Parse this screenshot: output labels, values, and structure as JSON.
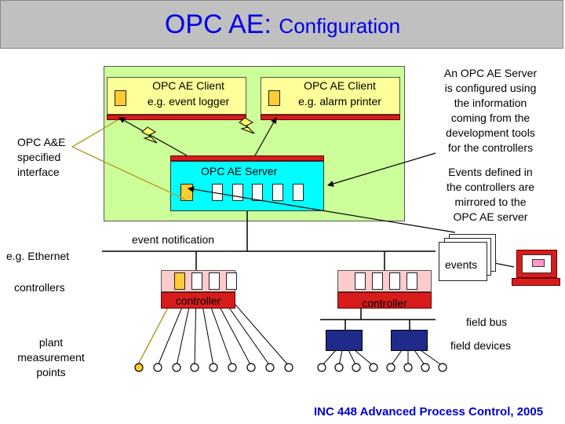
{
  "title": {
    "main": "OPC AE:",
    "sub": "Configuration"
  },
  "clients": [
    {
      "line1": "OPC AE Client",
      "line2": "e.g. event logger"
    },
    {
      "line1": "OPC AE Client",
      "line2": "e.g. alarm printer"
    }
  ],
  "server_label": "OPC AE Server",
  "left_labels": {
    "interface": [
      "OPC A&E",
      "specified",
      "interface"
    ],
    "ethernet": "e.g. Ethernet",
    "controllers": "controllers",
    "plant": [
      "plant",
      "measurement",
      "points"
    ]
  },
  "event_notification": "event notification",
  "events_label": "events",
  "controller_label": "controller",
  "right_notes": {
    "configured": [
      "An OPC AE Server",
      "is configured using",
      "the information",
      "coming from the",
      "development tools",
      "for the controllers"
    ],
    "mirrored": [
      "Events defined in",
      "the controllers are",
      "mirrored to the",
      "OPC AE server"
    ]
  },
  "field_bus": "field bus",
  "field_devices": "field devices",
  "footer": "INC 448 Advanced Process Control, 2005",
  "colors": {
    "title": "#0000e6",
    "panel": "#ccff99",
    "client": "#ffff99",
    "server": "#00ffff",
    "controller": "#ffcccc",
    "red_bar": "#d81c1c",
    "orange": "#ffcc33",
    "field_device": "#1f2a8a",
    "footer": "#0000cc"
  },
  "icons": [
    "lightning-bolt-icon",
    "laptop-icon",
    "events-document-icon"
  ]
}
